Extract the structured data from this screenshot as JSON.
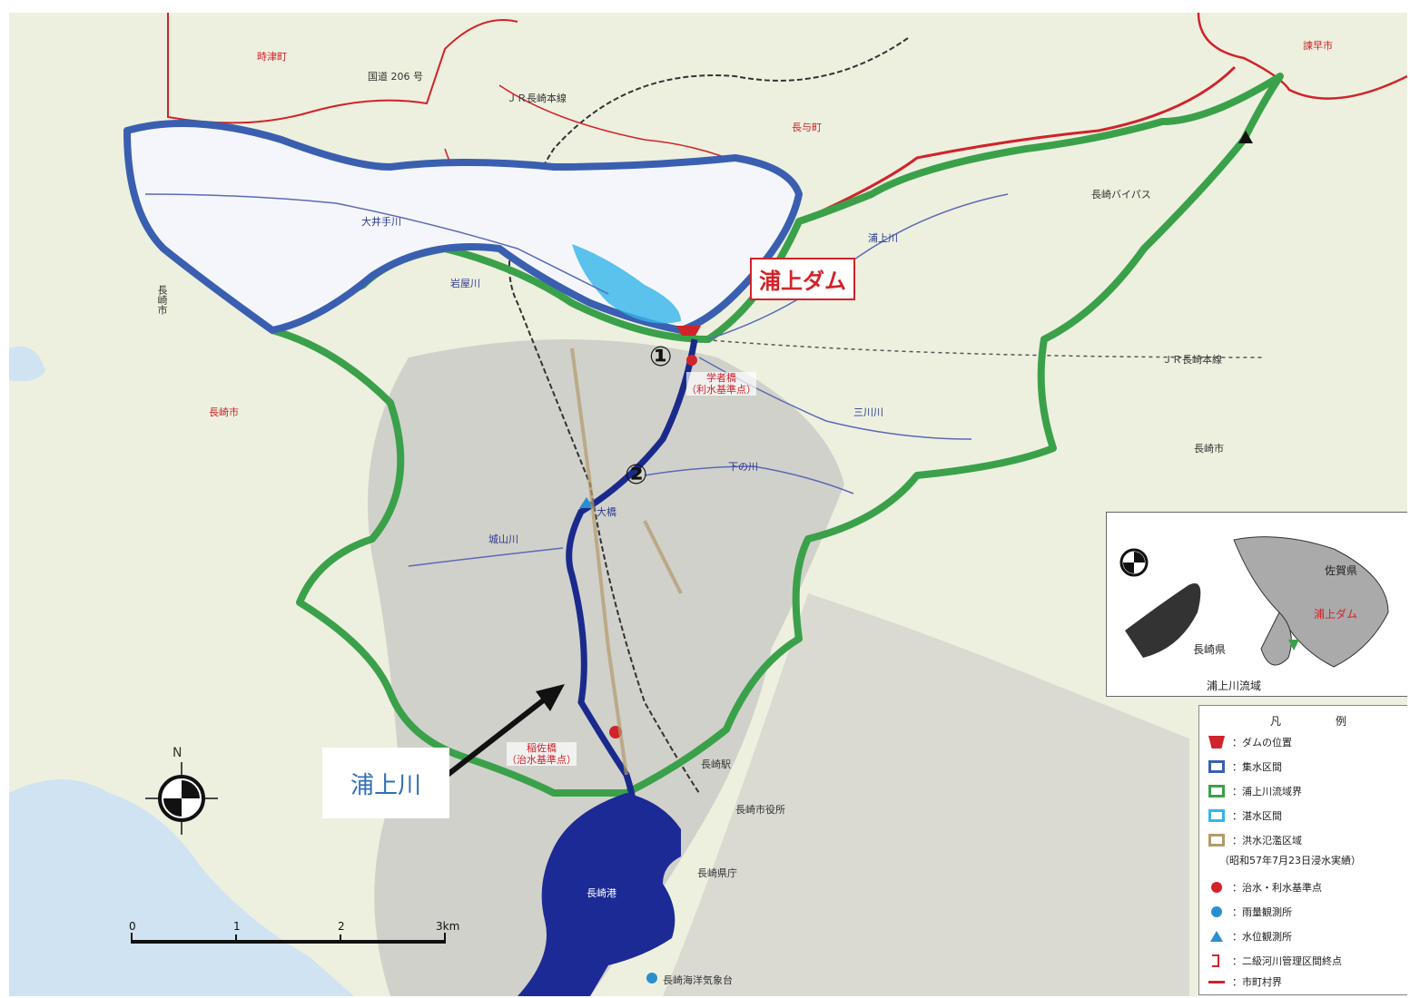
{
  "callouts": {
    "dam": "浦上ダム",
    "river": "浦上川",
    "point1": "①",
    "point2": "②"
  },
  "reference_points": {
    "upper": "学者橋\n（利水基準点）",
    "lower": "稲佐橋\n（治水基準点）"
  },
  "map_labels": {
    "togitsu": "時津町",
    "route206": "国道 206 号",
    "jr_main_top": "ＪＲ長崎本線",
    "nagayo": "長与町",
    "isahaya": "諫早市",
    "nagasaki_bypass": "長崎バイパス",
    "oidegawa": "大井手川",
    "urakami_upper": "浦上川",
    "iwayagawa": "岩屋川",
    "jr_main_right": "ＪＲ長崎本線",
    "nagasaki_city_left": "長崎市",
    "nagasaki_city_vertical": "長崎市",
    "mikawagawa": "三川川",
    "shimonokawa": "下の川",
    "ohashi": "大橋",
    "shiroyamagawa": "城山川",
    "nagasaki_station": "長崎駅",
    "city_office": "長崎市役所",
    "pref_office": "長崎県庁",
    "nagasaki_port": "長崎港",
    "observatory": "長崎海洋気象台",
    "nagasaki_city_right": "長崎市"
  },
  "inset": {
    "saga": "佐賀県",
    "nagasaki_pref": "長崎県",
    "dam": "浦上ダム",
    "basin": "浦上川流域"
  },
  "legend": {
    "title_left": "凡",
    "title_right": "例",
    "items": [
      {
        "label": "：ダムの位置",
        "color": "#d1232a"
      },
      {
        "label": "：集水区間",
        "color": "#3a5fb0"
      },
      {
        "label": "：浦上川流域界",
        "color": "#3aa14a"
      },
      {
        "label": "：湛水区間",
        "color": "#33b5e8"
      },
      {
        "label": "：洪水氾濫区域",
        "color": "#b49a6a"
      },
      {
        "label": "（昭和57年7月23日浸水実績）",
        "color": ""
      },
      {
        "label": "：治水・利水基準点",
        "color": "#d1232a"
      },
      {
        "label": "：雨量観測所",
        "color": "#2a8fcf"
      },
      {
        "label": "：水位観測所",
        "color": "#2a8fcf"
      },
      {
        "label": "：二級河川管理区間終点",
        "color": "#d1232a"
      },
      {
        "label": "：市町村界",
        "color": "#d1232a"
      }
    ]
  },
  "scale": {
    "labels": [
      "0",
      "1",
      "2",
      "3km"
    ]
  },
  "compass": {
    "north": "N"
  },
  "colors": {
    "catchment": "#3a5fb0",
    "basin_boundary": "#3aa14a",
    "reservoir": "#33b5e8",
    "river": "#1a2a8c",
    "municipal_boundary": "#d1232a",
    "map_bg": "#eef0df"
  }
}
